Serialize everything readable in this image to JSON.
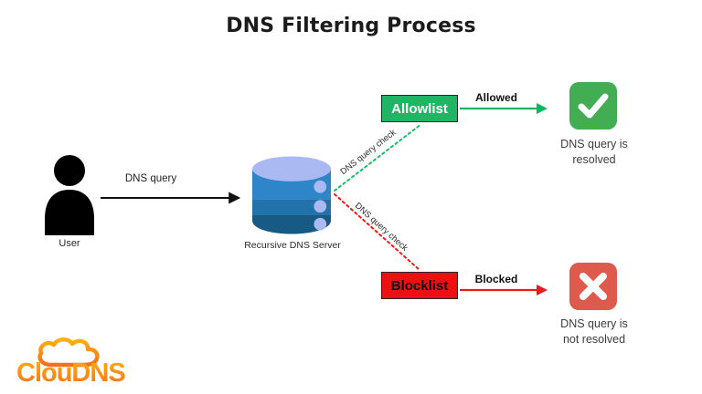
{
  "title": "DNS Filtering Process",
  "nodes": {
    "user": {
      "label": "User",
      "icon": "person-silhouette-icon",
      "color": "#000000"
    },
    "server": {
      "label": "Recursive DNS Server",
      "icon": "database-cylinder-icon",
      "colors": {
        "top": "#AAB9F2",
        "band1": "#2E86C8",
        "band2": "#2273AB",
        "band3": "#175A83"
      }
    },
    "allowlist": {
      "label": "Allowlist",
      "color": "#20B464",
      "text_color": "#FFFFFF"
    },
    "blocklist": {
      "label": "Blocklist",
      "color": "#EE1010",
      "text_color": "#0D0D0D"
    },
    "resolved": {
      "line1": "DNS query is",
      "line2": "resolved",
      "icon": "checkmark-icon",
      "color": "#43AD53"
    },
    "not_resolved": {
      "line1": "DNS query is",
      "line2": "not resolved",
      "icon": "cross-icon",
      "color": "#DD5A4C"
    }
  },
  "edges": {
    "dns_query": {
      "label": "DNS query",
      "style": "solid-arrow",
      "color": "#111111"
    },
    "allow_check": {
      "label": "DNS query check",
      "style": "dotted",
      "color": "#1CBD63"
    },
    "block_check": {
      "label": "DNS query check",
      "style": "dotted",
      "color": "#F31818"
    },
    "allowed": {
      "label": "Allowed",
      "style": "solid-arrow",
      "color": "#10B55F"
    },
    "blocked": {
      "label": "Blocked",
      "style": "solid-arrow",
      "color": "#EA1B1B"
    }
  },
  "logo": {
    "text": "ClouDNS",
    "icon": "cloud-icon",
    "color_top": "#FFB20D",
    "color_bottom": "#F4701D"
  }
}
